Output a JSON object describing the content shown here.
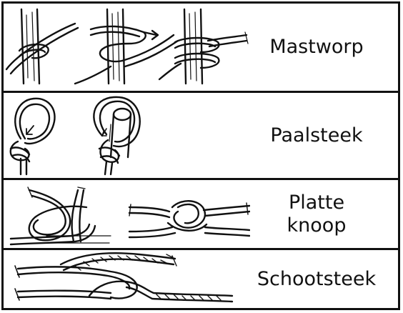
{
  "colors": {
    "ink": "#111111",
    "paper": "#ffffff"
  },
  "knots": [
    {
      "name": "Mastworp",
      "icon": "clove-hitch-illustration"
    },
    {
      "name": "Paalsteek",
      "icon": "bowline-illustration"
    },
    {
      "name": "Platte knoop",
      "label_lines": "Platte\nknoop",
      "icon": "reef-knot-illustration"
    },
    {
      "name": "Schootsteek",
      "icon": "sheet-bend-illustration"
    }
  ]
}
